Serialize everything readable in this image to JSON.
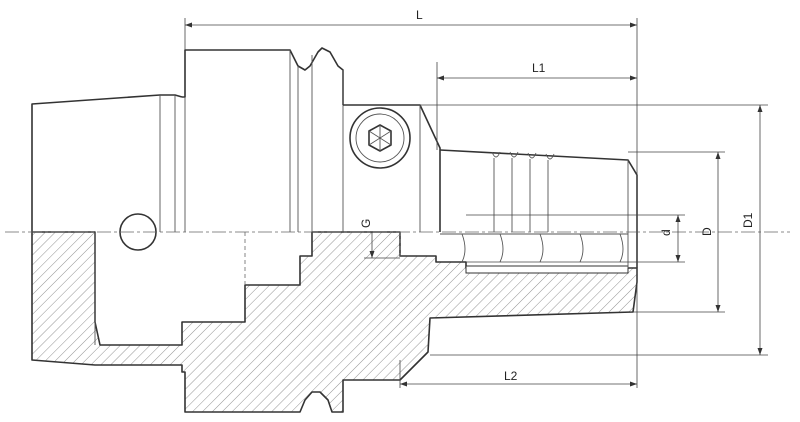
{
  "dimensions": {
    "L": "L",
    "L1": "L1",
    "L2": "L2",
    "G": "G",
    "d": "d",
    "D": "D",
    "D1": "D1"
  },
  "icons": {
    "set_screw": "hex-socket-screw-icon"
  }
}
